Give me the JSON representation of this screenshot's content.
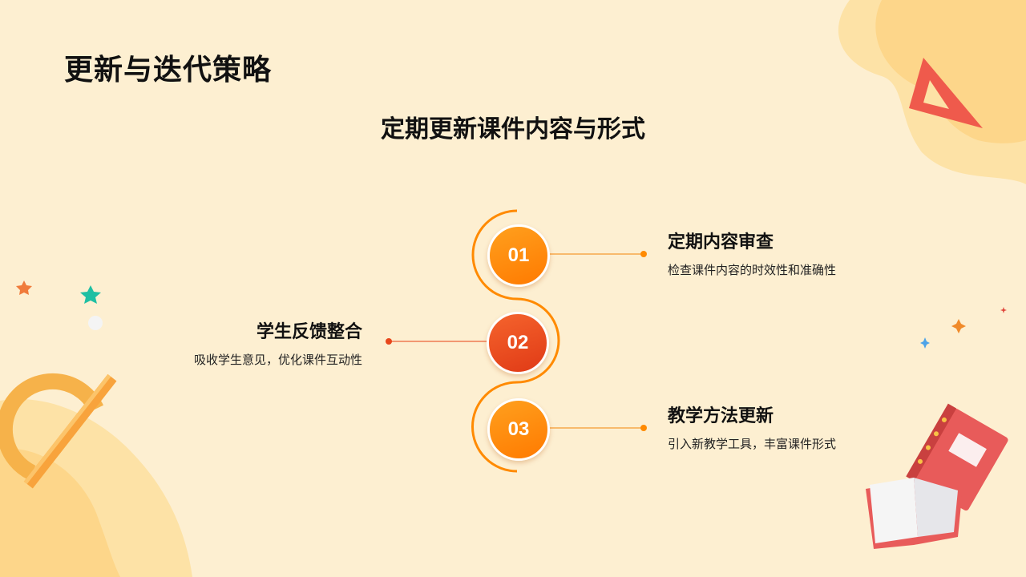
{
  "slide": {
    "title": "更新与迭代策略",
    "subtitle": "定期更新课件内容与形式"
  },
  "steps": [
    {
      "number": "01",
      "title": "定期内容审查",
      "description": "检查课件内容的时效性和准确性",
      "side": "right",
      "color": "#ff8a00"
    },
    {
      "number": "02",
      "title": "学生反馈整合",
      "description": "吸收学生意见，优化课件互动性",
      "side": "left",
      "color": "#e8461c"
    },
    {
      "number": "03",
      "title": "教学方法更新",
      "description": "引入新教学工具，丰富课件形式",
      "side": "right",
      "color": "#ff8a00"
    }
  ],
  "theme": {
    "background": "#fdefd1",
    "accent_orange": "#ff8a00",
    "accent_red": "#e8461c",
    "blob": "#fdd68a"
  },
  "decorations": [
    "triangle-ruler-icon",
    "protractor-icon",
    "ruler-icon",
    "notebook-icon",
    "open-book-icon",
    "star-icon",
    "sparkle-icon"
  ]
}
